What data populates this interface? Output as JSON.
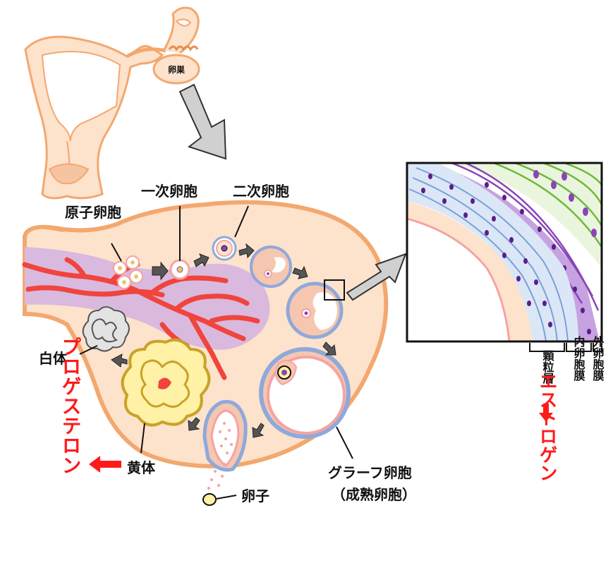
{
  "labels": {
    "ovary_small": "卵巣",
    "primordial": "原子卵胞",
    "primary": "一次卵胞",
    "secondary": "二次卵胞",
    "corpus_albicans": "白体",
    "corpus_luteum": "黄体",
    "ovum": "卵子",
    "graaf_1": "グラーフ卵胞",
    "graaf_2": "（成熟卵胞）",
    "granulosa": "顆粒層",
    "theca_interna": "内卵胞膜",
    "theca_externa": "外卵胞膜",
    "progesterone": "プロゲステロン",
    "estrogen": "エストロゲン"
  },
  "colors": {
    "ovary_fill": "#fde2cc",
    "ovary_stroke": "#f3a86f",
    "stroma_purple": "#d9b9de",
    "vessel_red": "#f0443d",
    "follicle_blue": "#8ea9db",
    "follicle_pink": "#f5a3a3",
    "luteum_yellow": "#fff1a6",
    "albicans_gray": "#d6d6d6",
    "arrow_gray": "#666666",
    "hormone_red": "#ff1a1a",
    "theca_interna_purple": "#8a45b8",
    "theca_externa_green": "#6fb83b"
  }
}
